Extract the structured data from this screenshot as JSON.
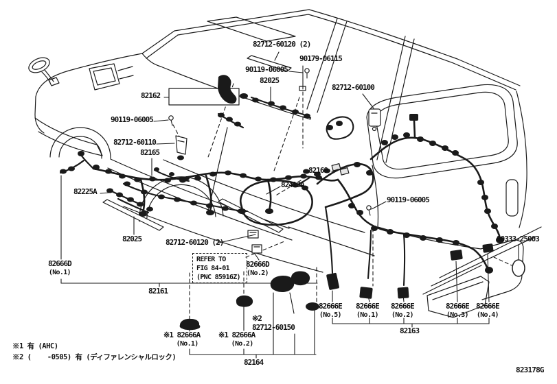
{
  "colors": {
    "ink": "#1a1a1a",
    "background": "#ffffff"
  },
  "figure_code": "823178G",
  "refer_note": {
    "line1": "REFER TO",
    "line2": "FIG 84-01",
    "line3": "(PNC 85916Z)"
  },
  "footnotes": {
    "note1": "※1 有 (AHC)",
    "note2": "※2 (    -0505) 有 (ディファレンシャルロック)"
  },
  "labels": [
    {
      "text": "82712-60120 (2)"
    },
    {
      "text": "90179-06115"
    },
    {
      "text": "90119-06005"
    },
    {
      "text": "82025"
    },
    {
      "text": "82712-60100"
    },
    {
      "text": "82162"
    },
    {
      "text": "90119-06005"
    },
    {
      "text": "82712-60110"
    },
    {
      "text": "82165"
    },
    {
      "text": "82169"
    },
    {
      "text": "82413A"
    },
    {
      "text": "90119-06005"
    },
    {
      "text": "82225A"
    },
    {
      "text": "82025"
    },
    {
      "text": "82712-60120 (2)"
    },
    {
      "text": "90333-25003"
    },
    {
      "text": "82666D",
      "sub": "(No.1)"
    },
    {
      "text": "82666D",
      "sub": "(No.2)"
    },
    {
      "text": "82161"
    },
    {
      "text": "82666E",
      "sub": "(No.5)"
    },
    {
      "text": "82666E",
      "sub": "(No.1)"
    },
    {
      "text": "82666E",
      "sub": "(No.2)"
    },
    {
      "text": "82666E",
      "sub": "(No.3)"
    },
    {
      "text": "82666E",
      "sub": "(No.4)"
    },
    {
      "text": "82163"
    },
    {
      "text": "※2",
      "sub": "82712-60150"
    },
    {
      "text": "※1 82666A",
      "sub": "(No.1)"
    },
    {
      "text": "※1 82666A",
      "sub": "(No.2)"
    },
    {
      "text": "82164"
    }
  ]
}
